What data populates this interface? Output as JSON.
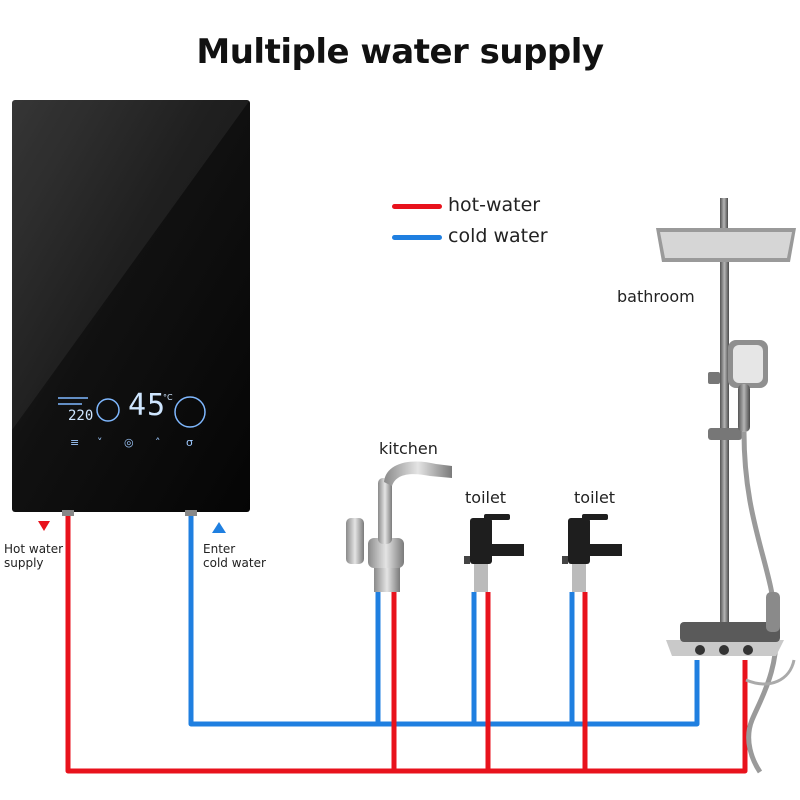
{
  "title": "Multiple water supply",
  "legend": {
    "hot": {
      "label": "hot-water",
      "color": "#e8121c"
    },
    "cold": {
      "label": "cold water",
      "color": "#1f7fe0"
    }
  },
  "heater": {
    "display": {
      "temperature": "45",
      "unit": "°C",
      "voltage": "220"
    },
    "outlet_label": [
      "Hot water",
      "supply"
    ],
    "inlet_label": [
      "Enter",
      "cold water"
    ]
  },
  "fixtures": {
    "kitchen": "kitchen",
    "toilet_1": "toilet",
    "toilet_2": "toilet",
    "bathroom": "bathroom"
  }
}
